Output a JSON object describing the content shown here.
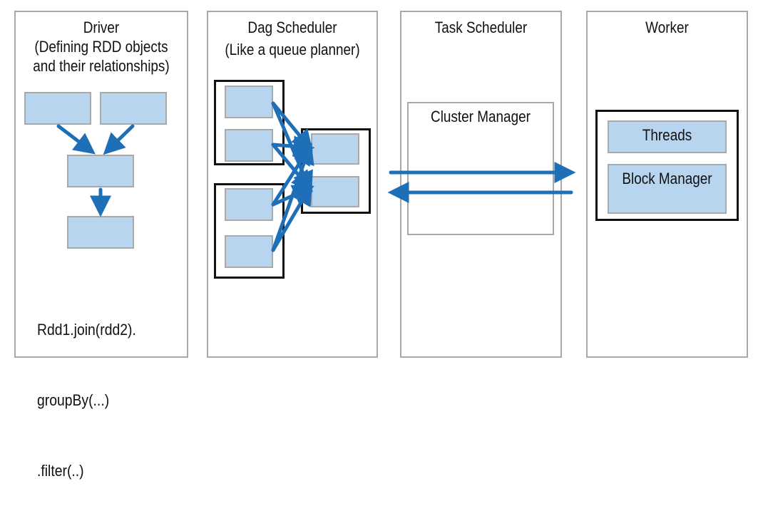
{
  "driver": {
    "title": "Driver",
    "subtitle_lines": [
      "(Defining RDD objects",
      "and their relationships)"
    ],
    "code_lines": [
      "Rdd1.join(rdd2).",
      "groupBy(...)",
      ".filter(..)"
    ]
  },
  "dag_scheduler": {
    "title": "Dag Scheduler",
    "subtitle": "(Like a queue planner)"
  },
  "task_scheduler": {
    "title": "Task Scheduler",
    "cluster_manager": "Cluster Manager"
  },
  "worker": {
    "title": "Worker",
    "threads": "Threads",
    "block_manager": "Block Manager"
  },
  "colors": {
    "box_fill": "#b7d5ee",
    "arrow": "#1f6fb8",
    "panel_border": "#a8a8a8",
    "frame_border": "#111111"
  }
}
